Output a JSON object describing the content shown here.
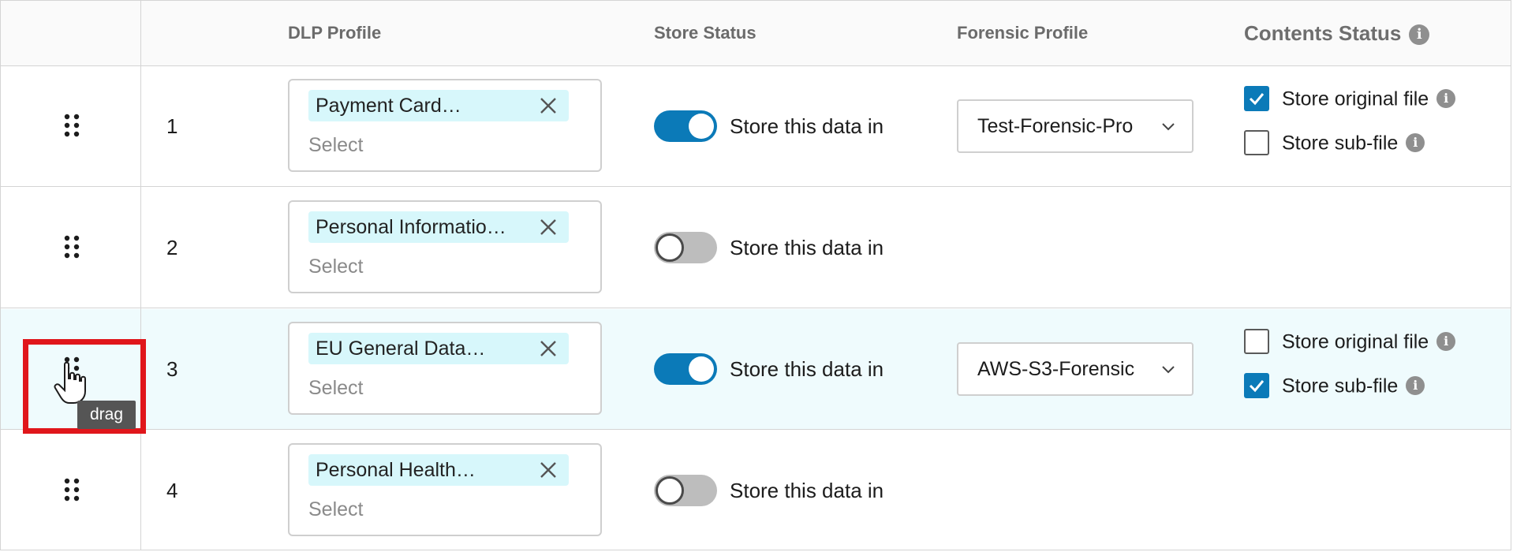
{
  "headers": {
    "dlp_profile": "DLP Profile",
    "store_status": "Store Status",
    "forensic_profile": "Forensic Profile",
    "contents_status": "Contents Status"
  },
  "colors": {
    "accent": "#0b7ab8",
    "tag_bg": "#d7f7fb",
    "row_highlight": "#effbfd",
    "annotation": "#e0161b"
  },
  "rows": [
    {
      "index": "1",
      "dlp_tag": "Payment Card…",
      "select_placeholder": "Select",
      "store_on": true,
      "store_label": "Store this data in",
      "forensic_profile": "Test-Forensic-Pro",
      "store_original": "Store original file",
      "store_original_checked": true,
      "store_sub": "Store sub-file",
      "store_sub_checked": false
    },
    {
      "index": "2",
      "dlp_tag": "Personal Informatio…",
      "select_placeholder": "Select",
      "store_on": false,
      "store_label": "Store this data in"
    },
    {
      "index": "3",
      "dlp_tag": "EU General Data…",
      "select_placeholder": "Select",
      "store_on": true,
      "store_label": "Store this data in",
      "forensic_profile": "AWS-S3-Forensic",
      "store_original": "Store original file",
      "store_original_checked": false,
      "store_sub": "Store sub-file",
      "store_sub_checked": true
    },
    {
      "index": "4",
      "dlp_tag": "Personal Health…",
      "select_placeholder": "Select",
      "store_on": false,
      "store_label": "Store this data in"
    }
  ],
  "tooltip": "drag",
  "icons": {
    "drag": "drag-handle-icon",
    "close": "close-icon",
    "chevron": "chevron-down-icon",
    "info": "info-icon",
    "check": "check-icon",
    "cursor": "hand-cursor-icon"
  }
}
